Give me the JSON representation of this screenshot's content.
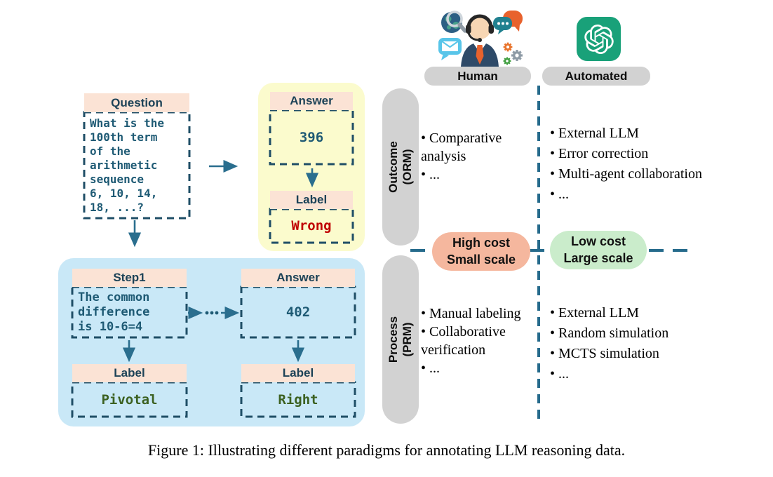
{
  "colors": {
    "teal_border": "#1f4e66",
    "teal_text": "#1e5a74",
    "arrow": "#2a6e8e",
    "divider": "#266b8c",
    "peach_header": "#fbe3d5",
    "yellow_panel": "#fbfbcd",
    "blue_panel": "#c9e8f7",
    "gray_pill": "#d2d2d2",
    "salmon_badge": "#f5b79e",
    "green_badge": "#caeccb",
    "wrong_red": "#c00000",
    "label_green": "#3c6121",
    "openai_green": "#19a179"
  },
  "icons": {
    "human": "human-annotator-icon",
    "automated": "openai-logo-icon"
  },
  "flow": {
    "question": {
      "header": "Question",
      "text": "What is the\n100th term\nof the\narithmetic\nsequence\n6, 10, 14,\n18, ...?"
    },
    "outcome_chain": {
      "answer_header": "Answer",
      "answer_value": "396",
      "label_header": "Label",
      "label_value": "Wrong"
    },
    "process_chain": {
      "step_header": "Step1",
      "step_text": "The common\ndifference\nis 10-6=4",
      "answer_header": "Answer",
      "answer_value": "402",
      "step_label_header": "Label",
      "step_label_value": "Pivotal",
      "answer_label_header": "Label",
      "answer_label_value": "Right"
    }
  },
  "matrix": {
    "columns": [
      {
        "label": "Human"
      },
      {
        "label": "Automated"
      }
    ],
    "rows": [
      {
        "label": "Outcome\n(ORM)"
      },
      {
        "label": "Process\n(PRM)"
      }
    ],
    "cells": {
      "outcome_human": [
        "• Comparative analysis",
        "• ..."
      ],
      "outcome_automated": [
        "• External LLM",
        "• Error correction",
        "• Multi-agent collaboration",
        "• ..."
      ],
      "process_human": [
        "• Manual labeling",
        "• Collaborative verification",
        "• ..."
      ],
      "process_automated": [
        "• External LLM",
        "• Random simulation",
        "• MCTS simulation",
        "• ..."
      ]
    },
    "badges": [
      {
        "text": "High cost\nSmall scale"
      },
      {
        "text": "Low cost\nLarge scale"
      }
    ]
  },
  "caption": "Figure 1: Illustrating different paradigms for annotating LLM reasoning data."
}
